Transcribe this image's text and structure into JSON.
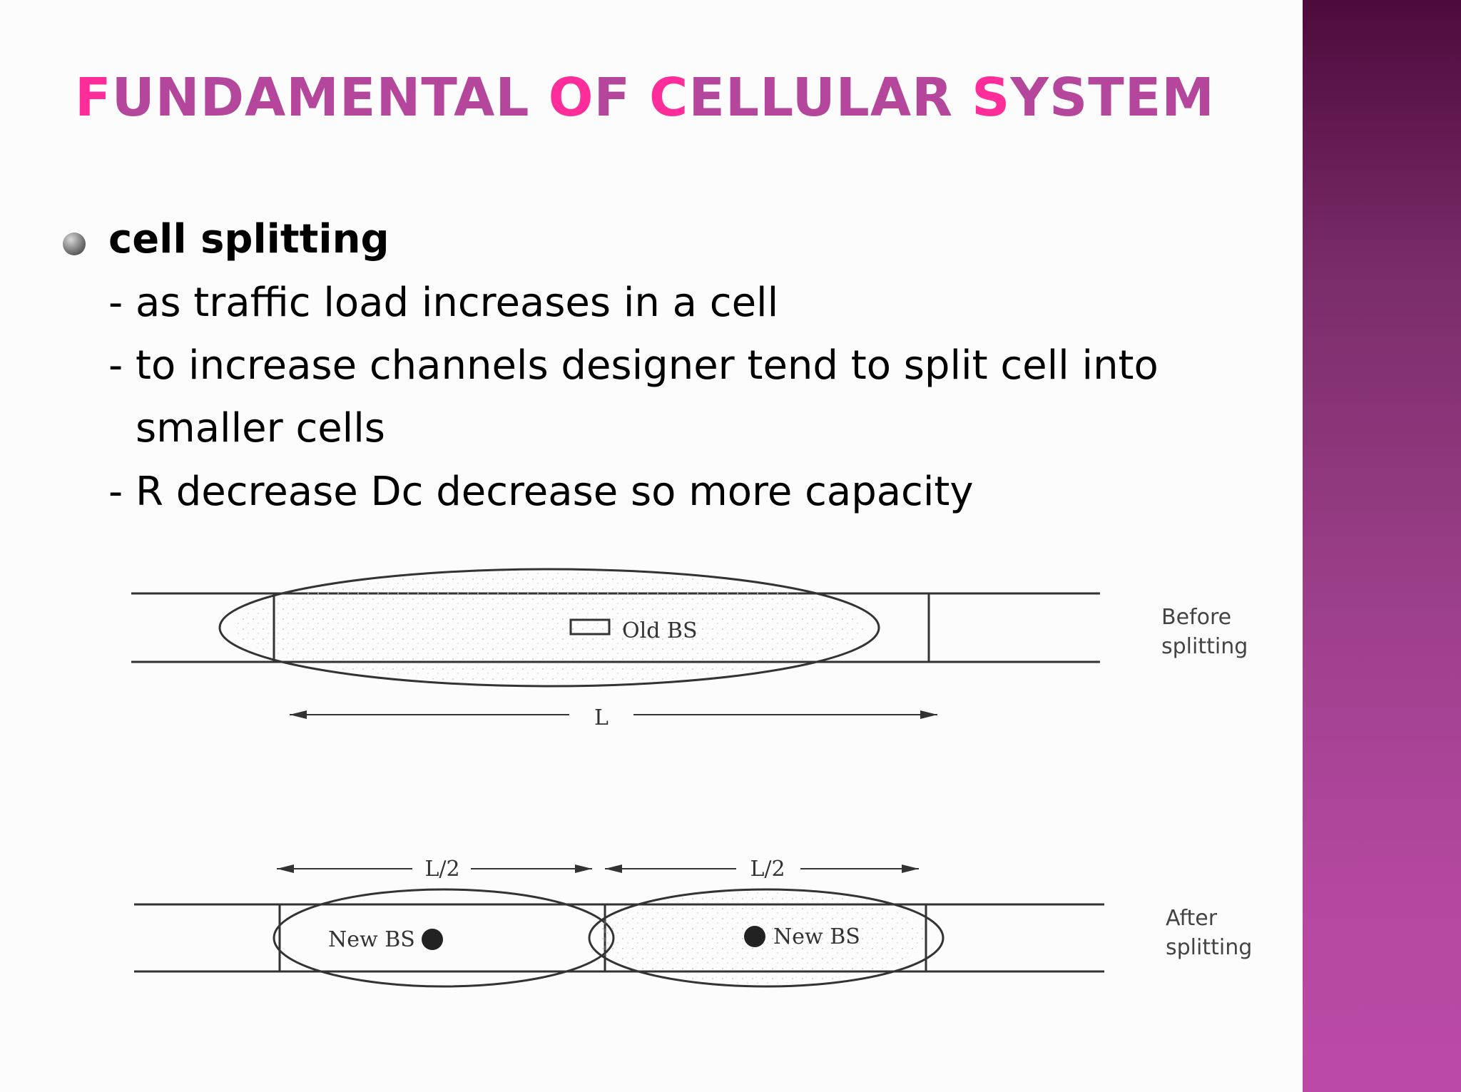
{
  "slide": {
    "title_parts": [
      {
        "cap": "F",
        "rest": "UNDAMENTAL"
      },
      {
        "cap": "O",
        "rest": "F"
      },
      {
        "cap": "C",
        "rest": "ELLULAR"
      },
      {
        "cap": "S",
        "rest": "YSTEM"
      }
    ],
    "bullet": {
      "heading": "cell splitting",
      "lines": [
        "- as traffic load increases in a cell",
        "- to increase channels designer tend to split cell into",
        "smaller  cells",
        "- R decrease Dc decrease so more capacity"
      ]
    }
  },
  "diagram": {
    "before": {
      "bs_label": "Old BS",
      "length_label": "L",
      "caption_line1": "Before",
      "caption_line2": "splitting"
    },
    "after": {
      "bs_left_label": "New BS",
      "bs_right_label": "New BS",
      "length_left_label": "L/2",
      "length_right_label": "L/2",
      "caption_line1": "After",
      "caption_line2": "splitting"
    }
  },
  "colors": {
    "title_capital": "#ff2d9a",
    "title_rest": "#b4479c",
    "sidebar_top": "#4d0a3c",
    "sidebar_bottom": "#bb4aa6"
  }
}
